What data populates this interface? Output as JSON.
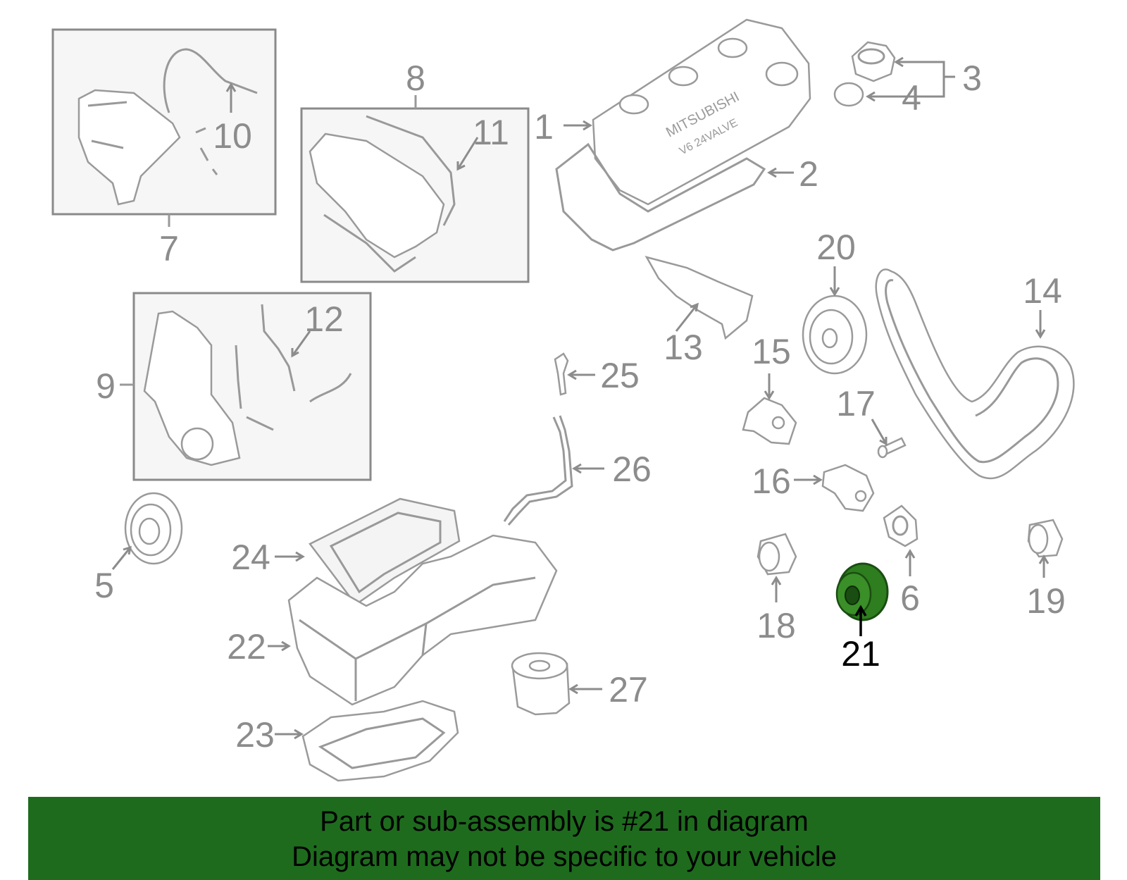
{
  "colors": {
    "banner_bg": "#1e6b1e",
    "highlight_part": "#2e7d1e",
    "label_gray": "#8c8c8c",
    "highlight_label": "#000000"
  },
  "logo_text": [
    "MITSUBISHI",
    "V6 24VALVE"
  ],
  "callouts": [
    {
      "num": "1",
      "highlighted": false
    },
    {
      "num": "2",
      "highlighted": false
    },
    {
      "num": "3",
      "highlighted": false
    },
    {
      "num": "4",
      "highlighted": false
    },
    {
      "num": "5",
      "highlighted": false
    },
    {
      "num": "6",
      "highlighted": false
    },
    {
      "num": "7",
      "highlighted": false
    },
    {
      "num": "8",
      "highlighted": false
    },
    {
      "num": "9",
      "highlighted": false
    },
    {
      "num": "10",
      "highlighted": false
    },
    {
      "num": "11",
      "highlighted": false
    },
    {
      "num": "12",
      "highlighted": false
    },
    {
      "num": "13",
      "highlighted": false
    },
    {
      "num": "14",
      "highlighted": false
    },
    {
      "num": "15",
      "highlighted": false
    },
    {
      "num": "16",
      "highlighted": false
    },
    {
      "num": "17",
      "highlighted": false
    },
    {
      "num": "18",
      "highlighted": false
    },
    {
      "num": "19",
      "highlighted": false
    },
    {
      "num": "20",
      "highlighted": false
    },
    {
      "num": "21",
      "highlighted": true
    },
    {
      "num": "22",
      "highlighted": false
    },
    {
      "num": "23",
      "highlighted": false
    },
    {
      "num": "24",
      "highlighted": false
    },
    {
      "num": "25",
      "highlighted": false
    },
    {
      "num": "26",
      "highlighted": false
    },
    {
      "num": "27",
      "highlighted": false
    }
  ],
  "banner": {
    "line1": "Part or sub-assembly is #21 in diagram",
    "line2": "Diagram may not be specific to your vehicle"
  }
}
